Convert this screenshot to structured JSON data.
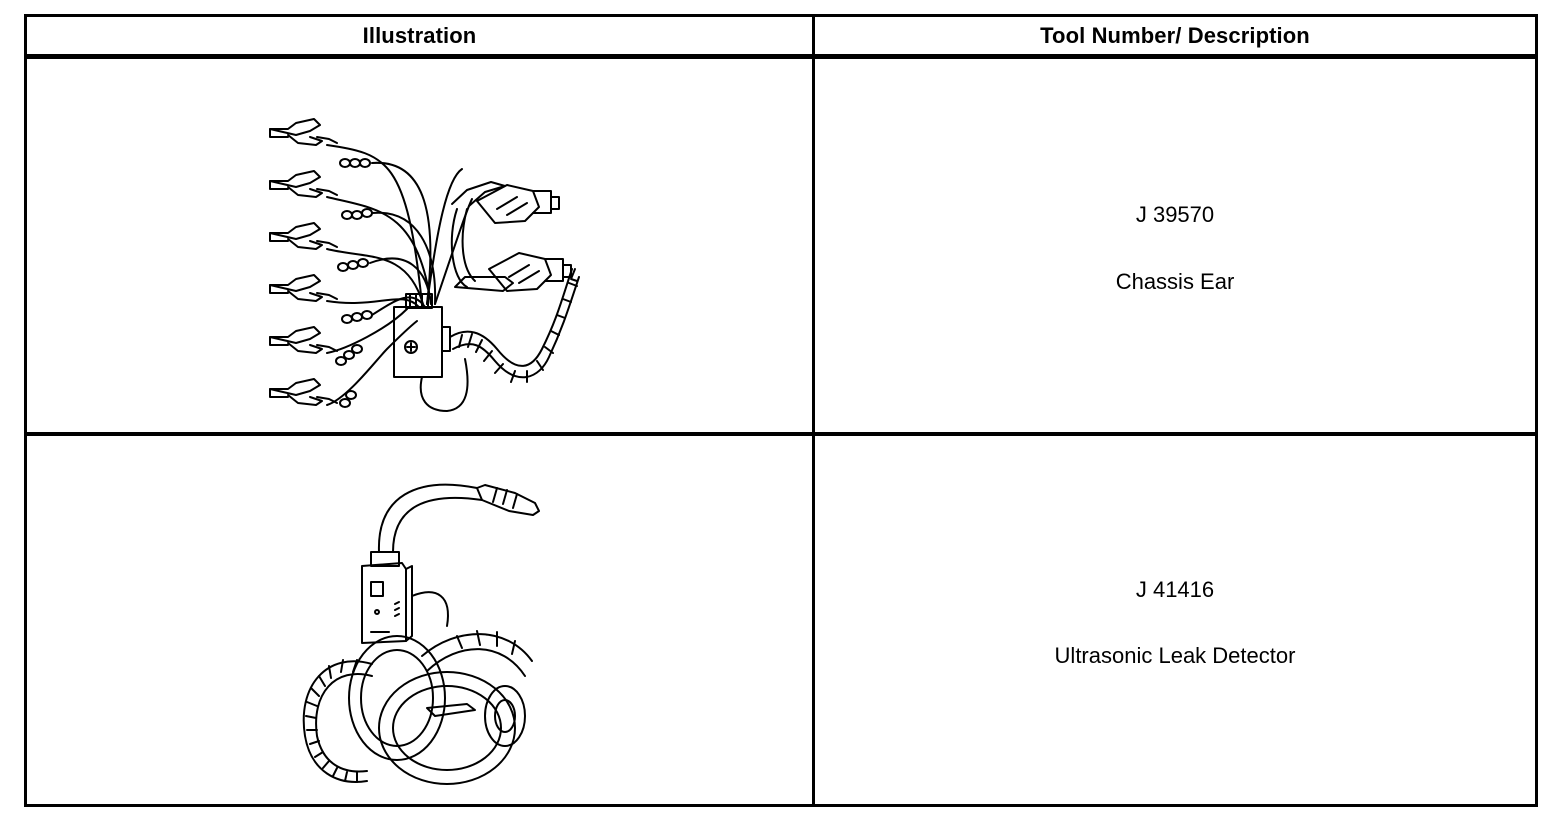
{
  "table": {
    "headers": {
      "illustration": "Illustration",
      "tool": "Tool Number/ Description"
    },
    "rows": [
      {
        "tool_number": "J 39570",
        "description": "Chassis Ear",
        "illustration_icon": "chassis-ear-kit-icon"
      },
      {
        "tool_number": "J 41416",
        "description": "Ultrasonic Leak Detector",
        "illustration_icon": "ultrasonic-leak-detector-icon"
      }
    ]
  }
}
